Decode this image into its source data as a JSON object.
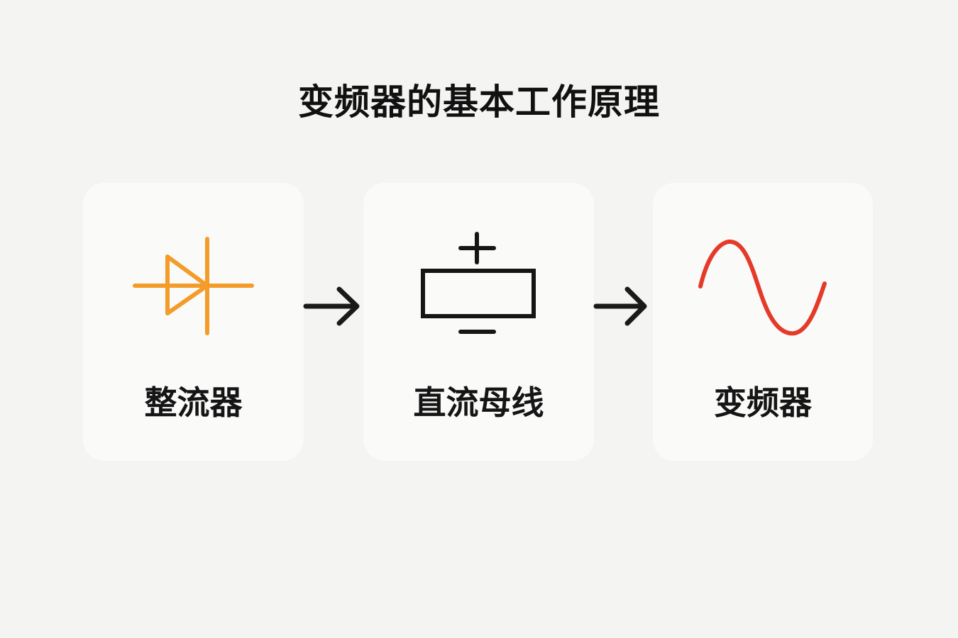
{
  "title": "变频器的基本工作原理",
  "stages": [
    {
      "label": "整流器",
      "icon": "diode-icon",
      "color": "#f39c2a"
    },
    {
      "label": "直流母线",
      "icon": "capacitor-icon",
      "color": "#151515"
    },
    {
      "label": "变频器",
      "icon": "sine-wave-icon",
      "color": "#e53a2a"
    }
  ]
}
